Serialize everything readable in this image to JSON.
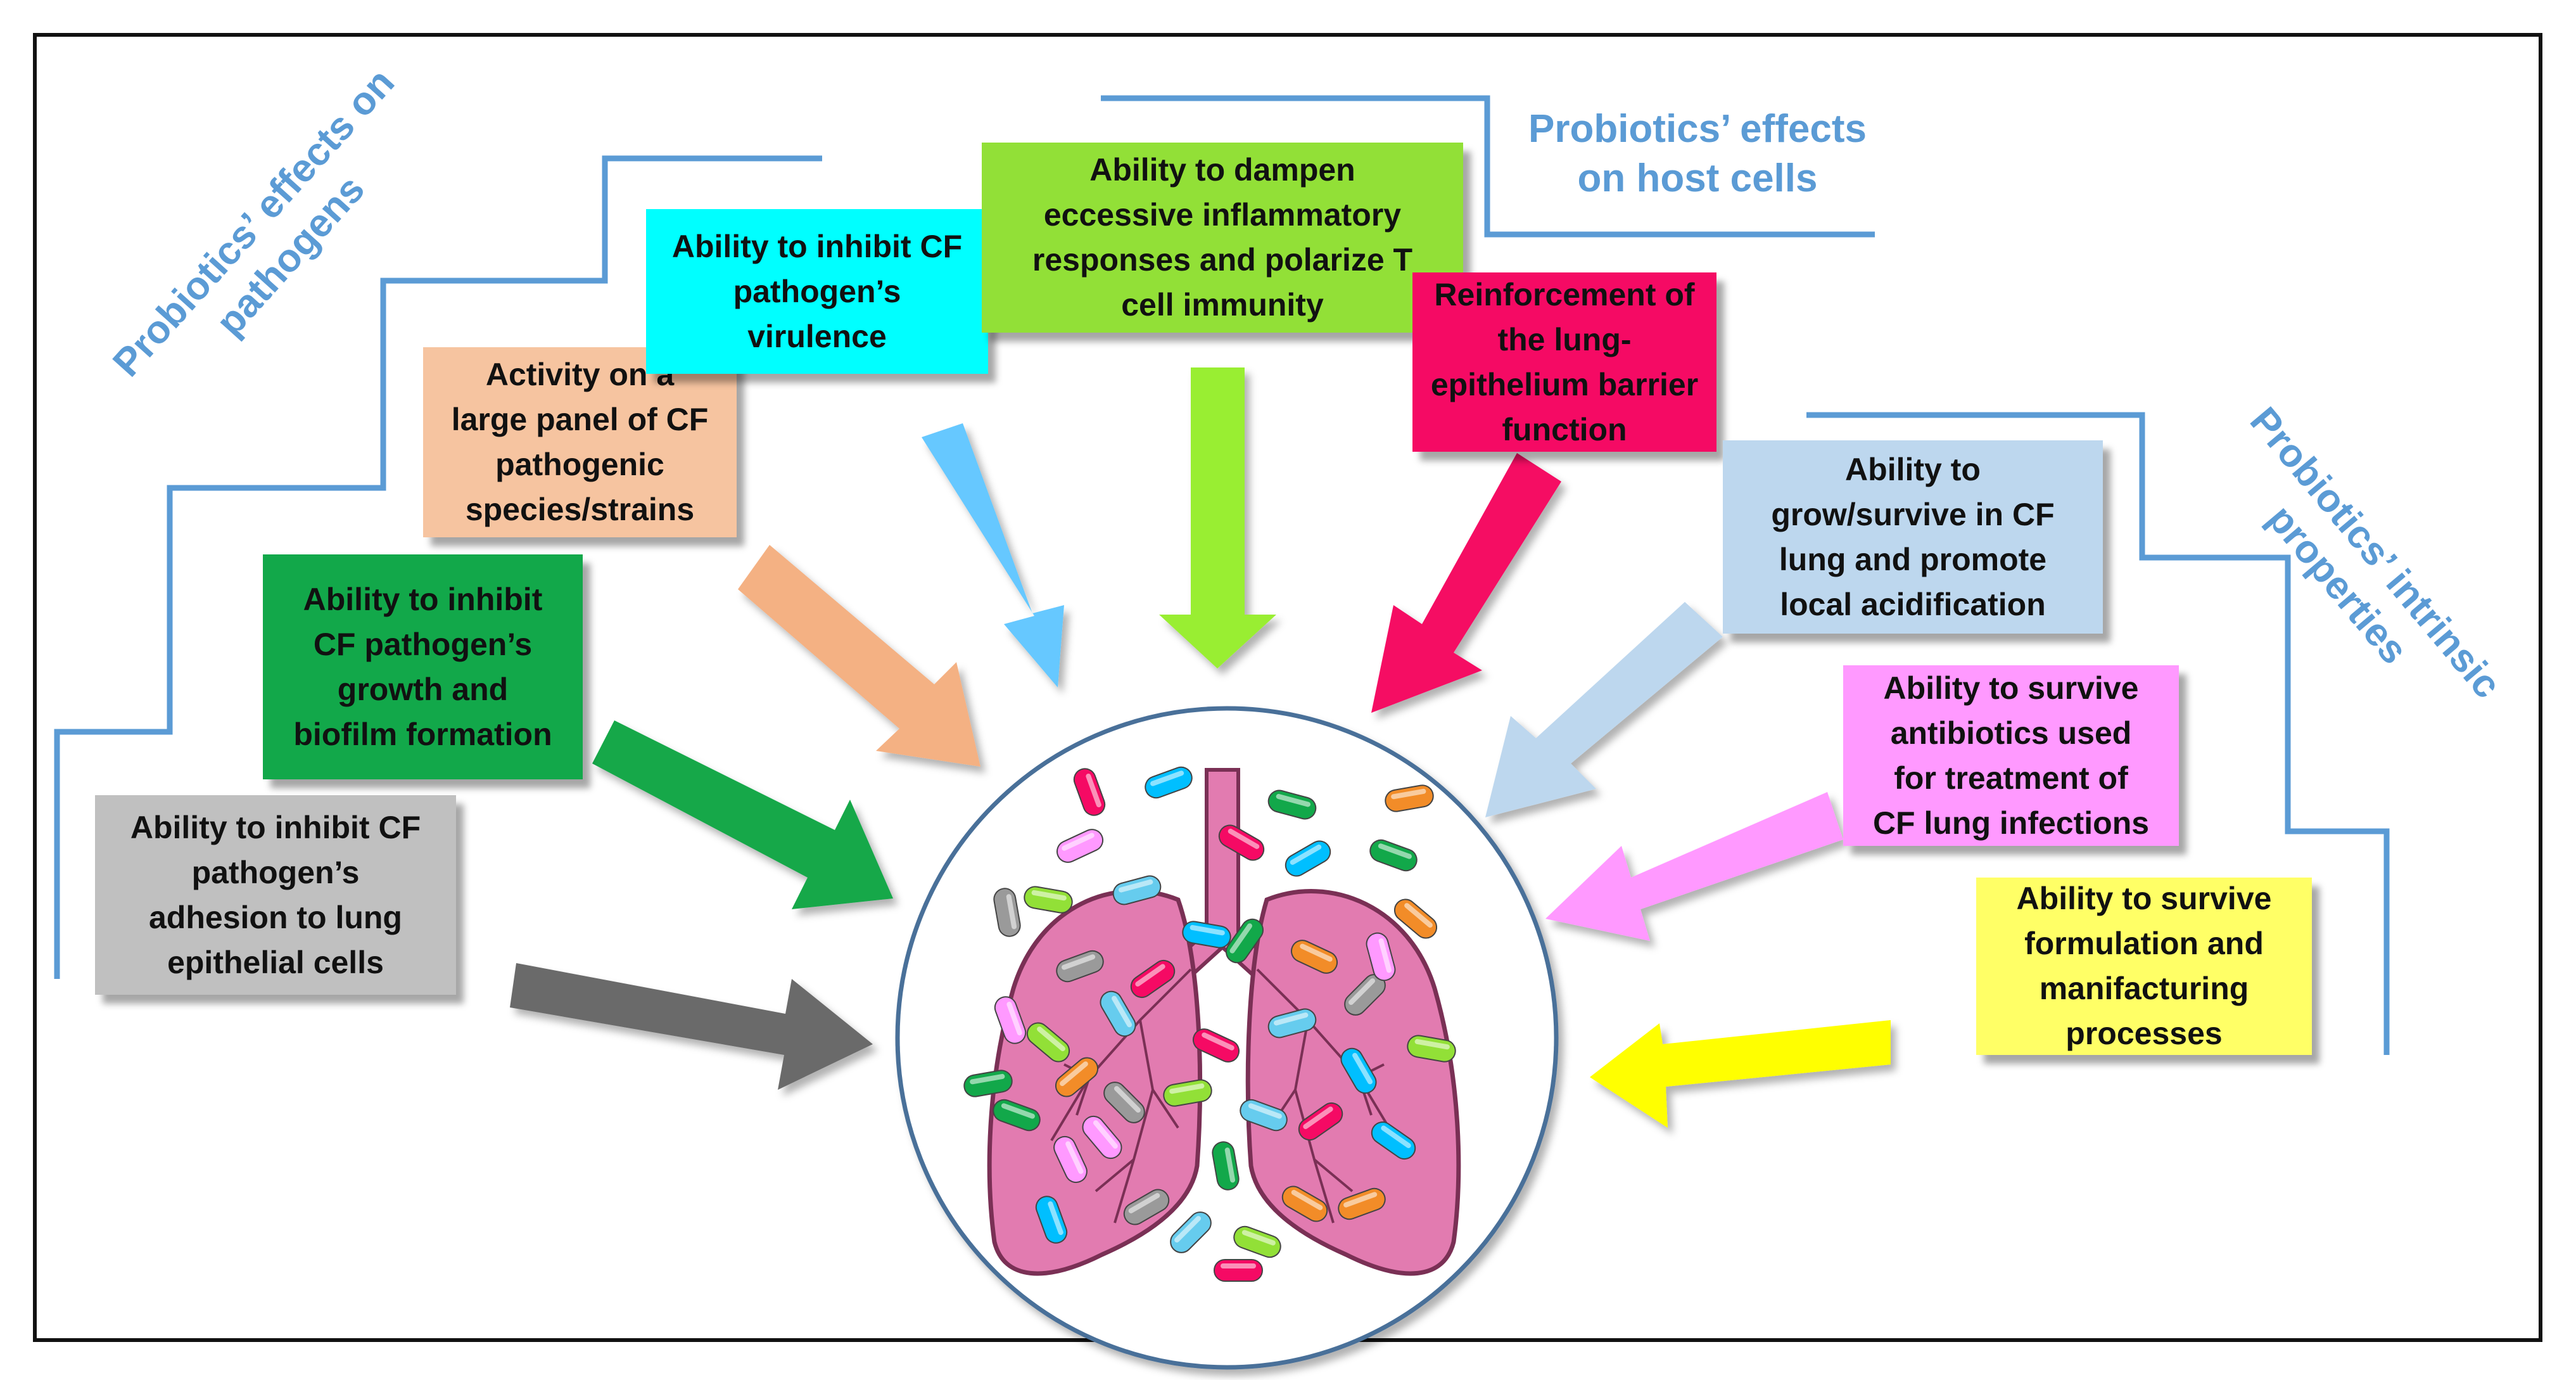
{
  "headings": {
    "pathogens": "Probiotics’ effects on\npathogens",
    "host_cells": "Probiotics’ effects\non host cells",
    "intrinsic": "Probiotics’ intrinsic\nproperties"
  },
  "boxes": {
    "adhesion": "Ability to inhibit CF\npathogen’s\nadhesion to lung\nepithelial cells",
    "growth_biofilm": "Ability to inhibit\nCF pathogen’s\ngrowth and\nbiofilm formation",
    "large_panel": "Activity on a\nlarge panel of CF\npathogenic\nspecies/strains",
    "virulence": "Ability to inhibit CF\npathogen’s\nvirulence",
    "inflammation": "Ability to dampen\neccessive inflammatory\nresponses and polarize T\ncell immunity",
    "barrier": "Reinforcement of\nthe lung-\nepithelium barrier\nfunction",
    "grow_survive": "Ability to\ngrow/survive in CF\nlung and promote\nlocal acidification",
    "antibiotics": "Ability to survive\nantibiotics used\nfor treatment of\nCF lung infections",
    "formulation": "Ability to survive\nformulation and\nmanifacturing\nprocesses"
  },
  "colors": {
    "heading_blue": "#5b9bd5",
    "adhesion": "#c0c0c0",
    "growth_biofilm": "#12a84a",
    "large_panel": "#f6c4a0",
    "virulence": "#00ffff",
    "inflammation": "#92e037",
    "barrier": "#f50a64",
    "grow_survive": "#bdd7ee",
    "antibiotics": "#ff99ff",
    "formulation": "#ffff66",
    "lung": "#e27bb0",
    "lung_outline": "#7a3055"
  },
  "icons": [
    "lungs-icon",
    "probiotic-capsule-icon"
  ]
}
